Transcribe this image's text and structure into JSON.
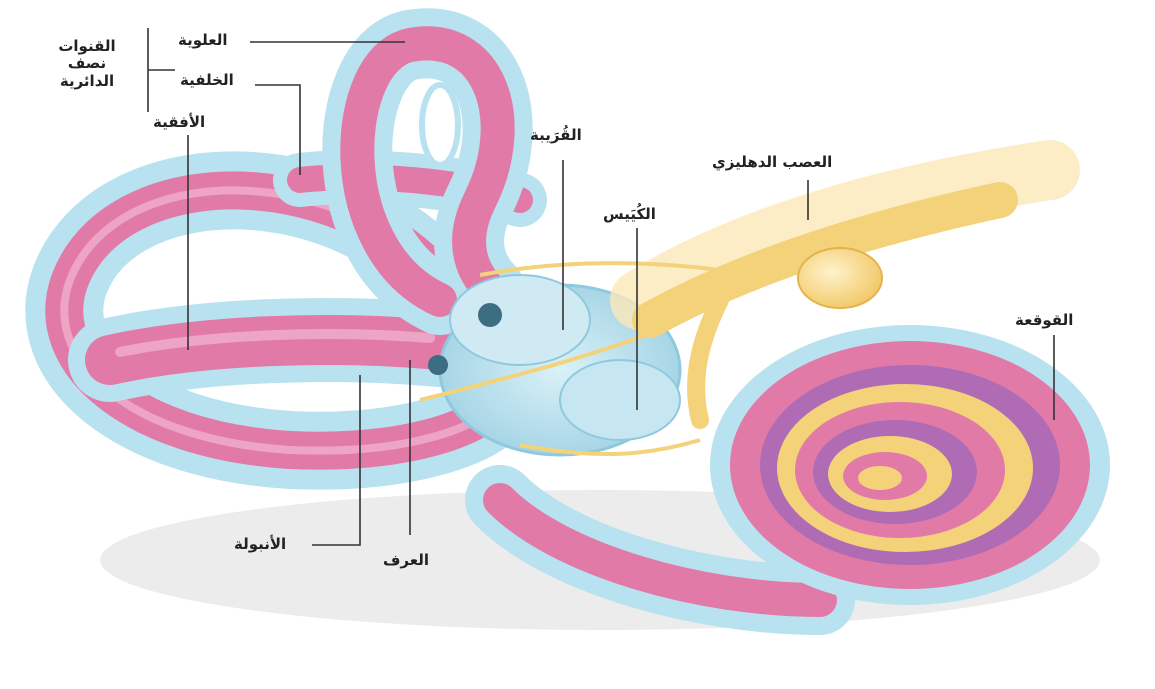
{
  "labels": {
    "semicircular_canals": [
      "القنوات",
      "نصف",
      "الدائرية"
    ],
    "superior": "العلوية",
    "posterior": "الخلفية",
    "lateral": "الأفقية",
    "utricle": "القُرَيبة",
    "saccule": "الكُيَيس",
    "vestibular_nerve": "العصب الدهليزي",
    "cochlea": "القوقعة",
    "ampulla": "الأنبولة",
    "crista": "العرف"
  },
  "colors": {
    "canal_pink": "#e27aa8",
    "canal_pink_light": "#f4b6d0",
    "membrane_blue": "#b8e2ef",
    "membrane_blue_dark": "#8fc9de",
    "nerve_yellow": "#f3d27a",
    "nerve_light": "#fbe9b8",
    "cochlea_purple": "#b06bb5",
    "leader_line": "#333333"
  }
}
